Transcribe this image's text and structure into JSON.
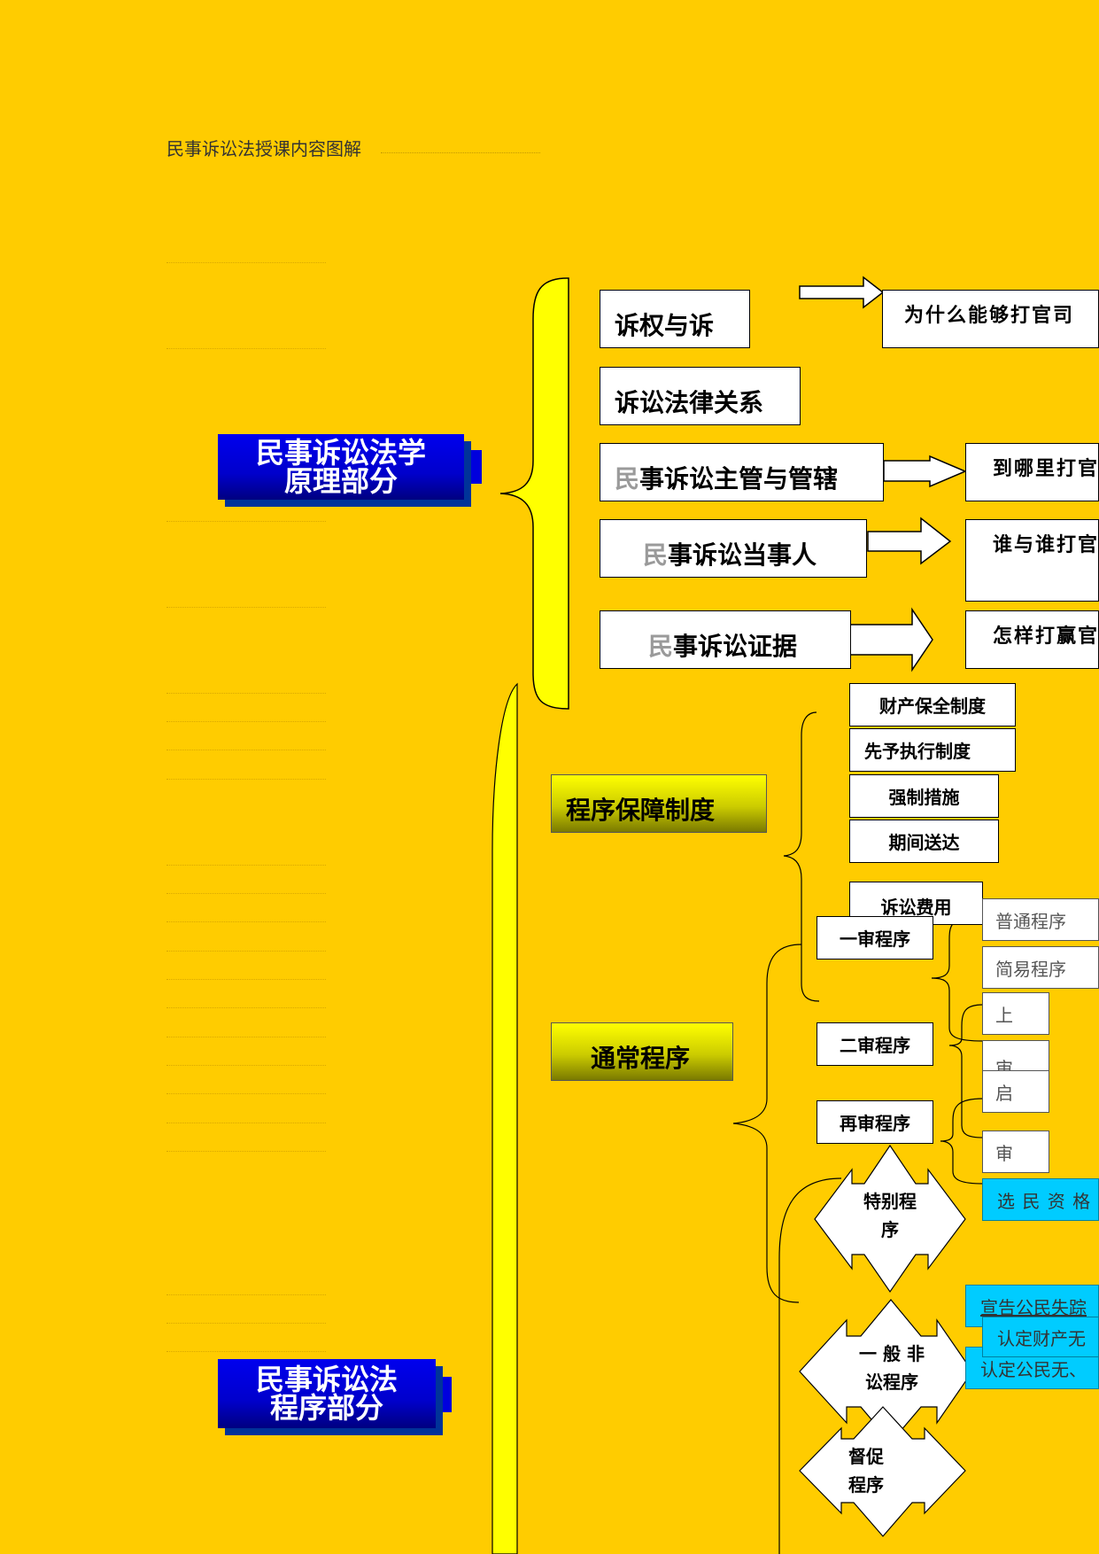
{
  "document": {
    "title": "民事诉讼法授课内容图解"
  },
  "principle_section": {
    "root_line1": "民事诉讼法学",
    "root_line2": "原理部分",
    "topics": [
      {
        "ghost": "",
        "text": "诉权与诉"
      },
      {
        "ghost": "",
        "text": "诉讼法律关系"
      },
      {
        "ghost": "民",
        "text": "事诉讼主管与管辖"
      },
      {
        "ghost": "民",
        "text": "事诉讼当事人"
      },
      {
        "ghost": "民",
        "text": "事诉讼证据"
      }
    ],
    "questions": [
      "为什么能够打官司",
      "到哪里打官",
      "谁与谁打官",
      "怎样打赢官"
    ]
  },
  "procedure_section": {
    "root_line1": "民事诉讼法",
    "root_line2": "程序部分",
    "guarantee": {
      "label": "程序保障制度",
      "items": [
        "财产保全制度",
        "先予执行制度",
        "强制措施",
        "期间送达",
        "诉讼费用"
      ]
    },
    "ordinary": {
      "label": "通常程序",
      "items": [
        "一审程序",
        "二审程序",
        "再审程序"
      ],
      "first_instance_sub": [
        "普通程序",
        "简易程序"
      ],
      "second_instance_sub": [
        "上",
        "审"
      ],
      "retrial_sub": [
        "启",
        "审"
      ]
    },
    "special": {
      "label_line1": "特别程",
      "label_line2": "序",
      "cases": [
        "选 民 资 格 案"
      ]
    },
    "nonlitigation": {
      "label_line1": "一 般 非",
      "label_line2": "讼程序",
      "cases": [
        "宣告公民失踪",
        "认定财产无",
        "认定公民无、"
      ]
    },
    "urge": {
      "label_line1": "督促",
      "label_line2": "程序"
    }
  }
}
